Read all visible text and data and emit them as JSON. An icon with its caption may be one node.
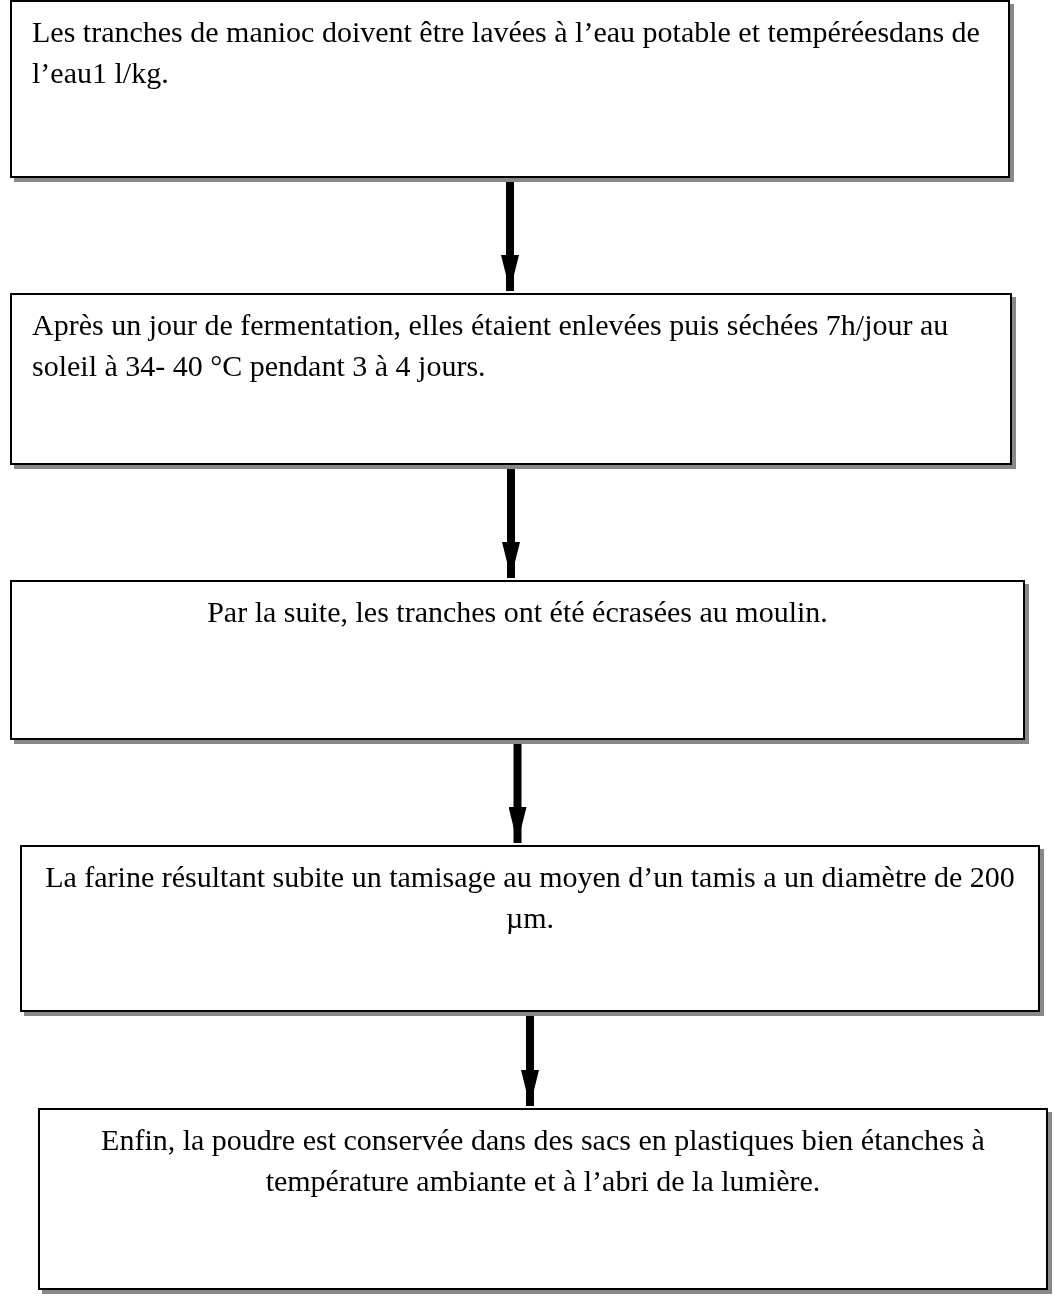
{
  "diagram": {
    "nodes": [
      {
        "text": [
          "Les tranches de manioc doivent être  lavées à l’eau potable et tempéréesdans de  l’eau1 l/kg."
        ]
      },
      {
        "text": [
          "Après un jour de fermentation, elles étaient enlevées puis séchées 7h/jour au soleil à 34- 40 °C pendant 3 à 4 jours."
        ]
      },
      {
        "text": [
          "Par la suite, les tranches ont été écrasées au moulin."
        ]
      },
      {
        "text": [
          "La farine résultant subite un tamisage au moyen d’un tamis a un diamètre de 200 µm."
        ]
      },
      {
        "text": [
          "Enfin, la poudre est conservée dans des sacs en plastiques bien étanches à température ambiante et à l’abri de la lumière."
        ]
      }
    ],
    "edges": [
      {
        "from": 0,
        "to": 1,
        "arrow": "to"
      },
      {
        "from": 1,
        "to": 2,
        "arrow": "to"
      },
      {
        "from": 2,
        "to": 3,
        "arrow": "to"
      },
      {
        "from": 3,
        "to": 4,
        "arrow": "to"
      }
    ]
  }
}
